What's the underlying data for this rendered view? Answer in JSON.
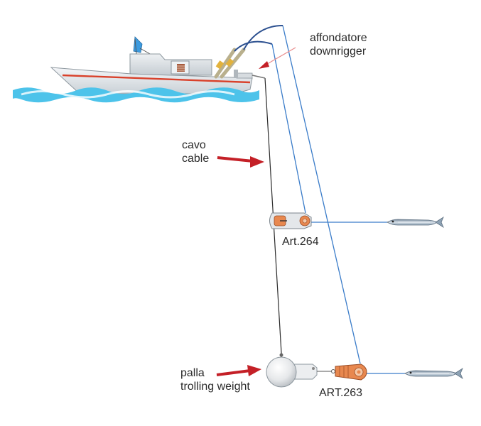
{
  "labels": {
    "downrigger_it": "affondatore",
    "downrigger_en": "downrigger",
    "cable_it": "cavo",
    "cable_en": "cable",
    "weight_it": "palla",
    "weight_en": "trolling weight",
    "art_upper": "Art.264",
    "art_lower": "ART.263"
  },
  "colors": {
    "water": "#4dc3ea",
    "line": "#3a7cc9",
    "arrow": "#c42027",
    "hull_stripe": "#d9412b",
    "release_orange": "#e8884f",
    "bait": "#9bb0c4"
  }
}
